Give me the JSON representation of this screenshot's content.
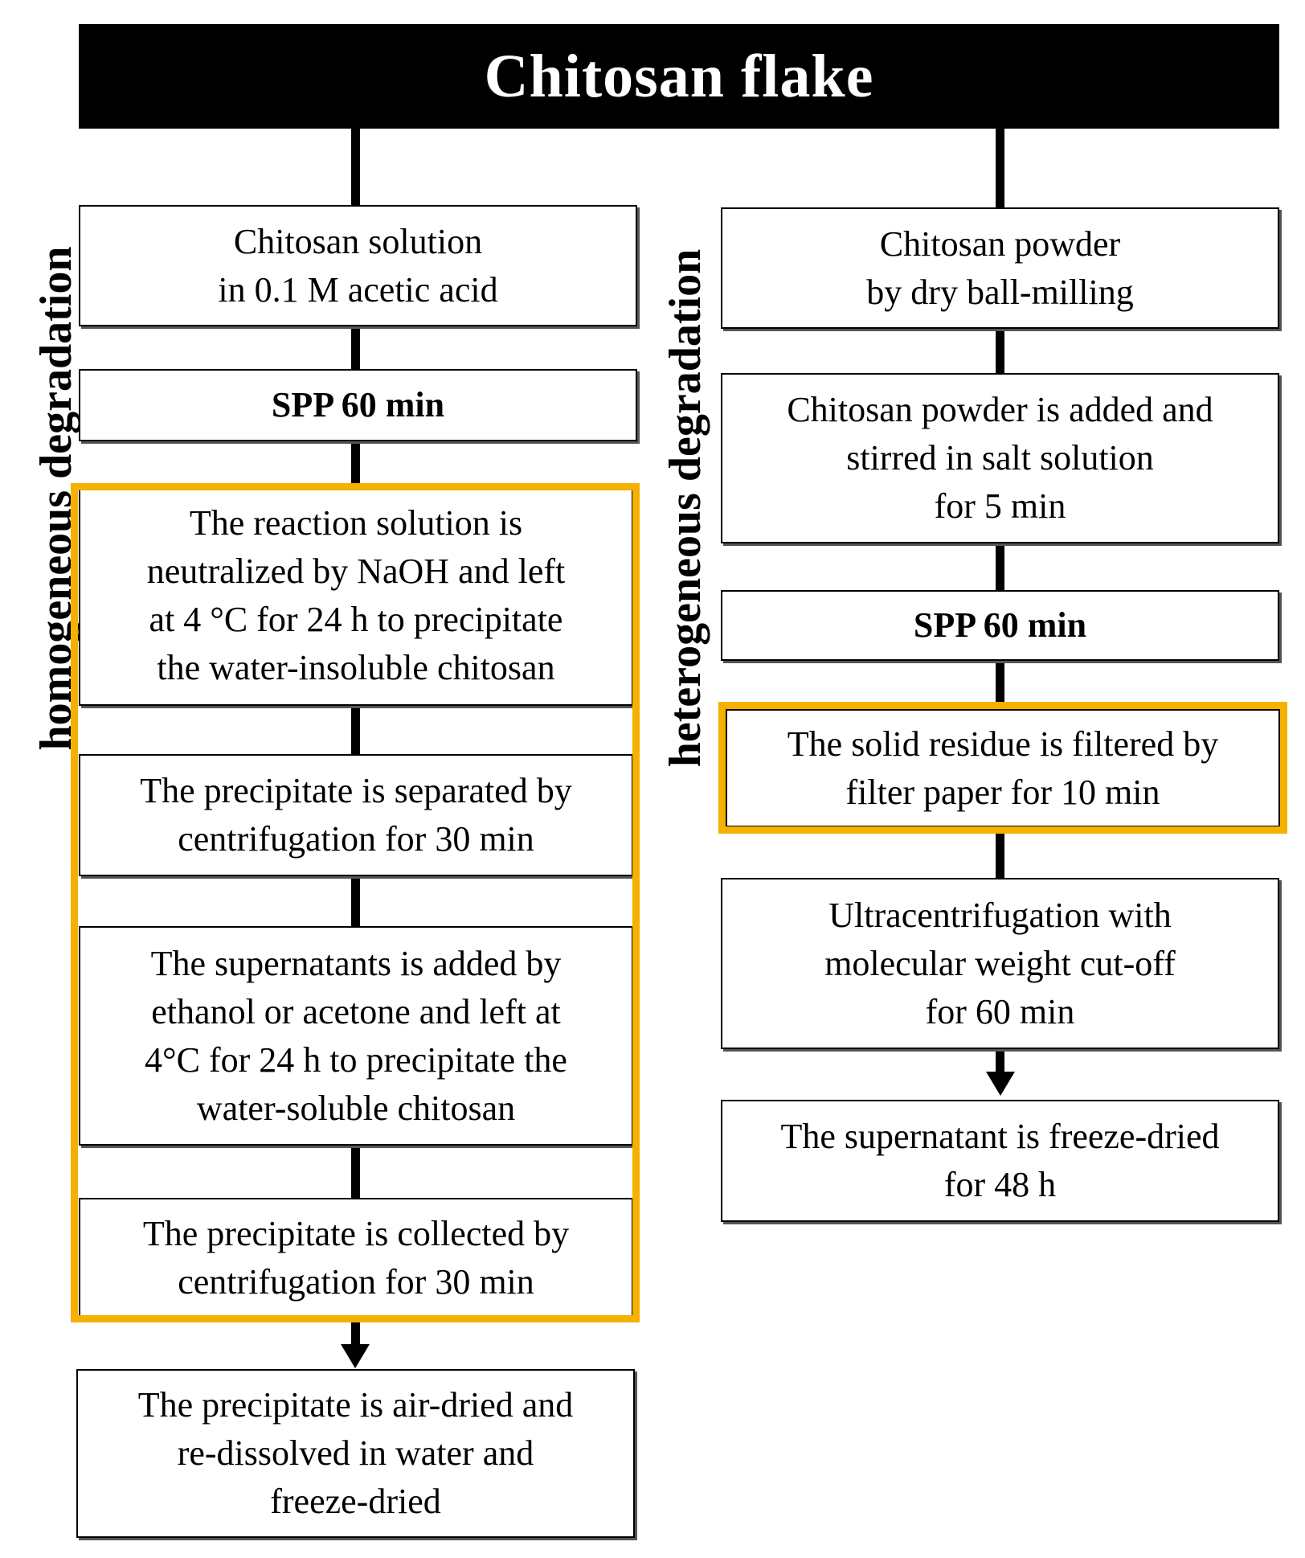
{
  "title": "Chitosan flake",
  "left_label": "homogeneous degradation",
  "right_label": "heterogeneous degradation",
  "left_steps": [
    "Chitosan solution\nin 0.1 M acetic acid",
    "SPP 60 min",
    "The reaction solution is\nneutralized by NaOH and left\nat 4 °C for 24 h to precipitate\nthe water-insoluble chitosan",
    "The precipitate is separated  by\ncentrifugation for 30 min",
    "The supernatants is added by\nethanol or acetone and left at\n4°C for 24 h to precipitate the\nwater-soluble chitosan",
    "The precipitate is collected  by\ncentrifugation for 30 min",
    "The precipitate is air-dried and\nre-dissolved in water and\nfreeze-dried"
  ],
  "right_steps": [
    "Chitosan powder\nby dry ball-milling",
    "Chitosan powder is added and\nstirred in salt solution\nfor 5 min",
    "SPP 60 min",
    "The solid residue is filtered by\nfilter paper for 10 min",
    "Ultracentrifugation with\nmolecular weight cut-off\nfor 60 min",
    "The supernatant is freeze-dried\nfor 48 h"
  ],
  "highlight_color": "#f5b000"
}
